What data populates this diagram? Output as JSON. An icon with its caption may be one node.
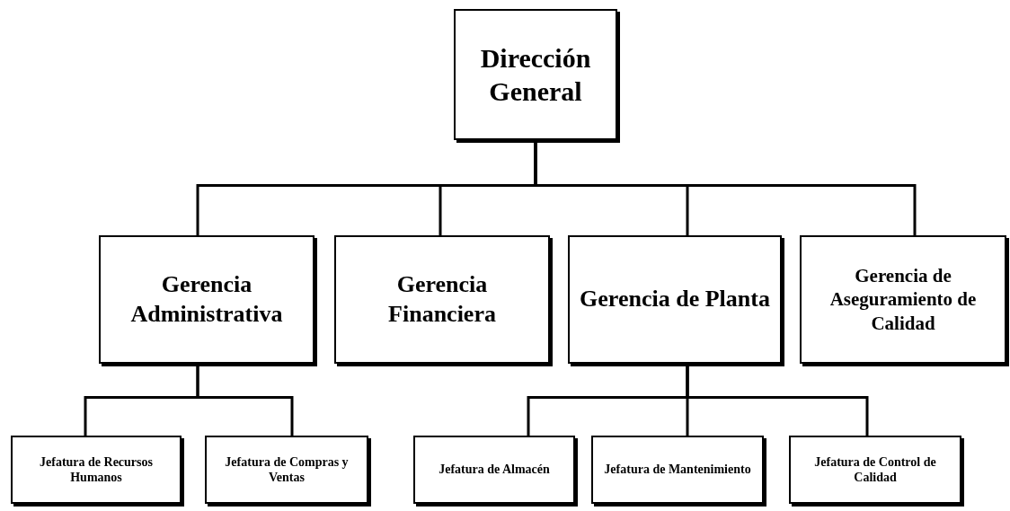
{
  "diagram": {
    "nodes": [
      {
        "text": [
          "Dirección General"
        ]
      },
      {
        "text": [
          "Gerencia Administrativa"
        ]
      },
      {
        "text": [
          "Gerencia Financiera"
        ]
      },
      {
        "text": [
          "Gerencia de Planta"
        ]
      },
      {
        "text": [
          "Gerencia de Aseguramiento de Calidad"
        ]
      },
      {
        "text": [
          "Jefatura de Recursos Humanos"
        ]
      },
      {
        "text": [
          "Jefatura de Compras y Ventas"
        ]
      },
      {
        "text": [
          "Jefatura de Almacén"
        ]
      },
      {
        "text": [
          "Jefatura de Mantenimiento"
        ]
      },
      {
        "text": [
          "Jefatura de Control de Calidad"
        ]
      }
    ],
    "edges": [
      {
        "from": 0,
        "to": 1,
        "arrow": "none"
      },
      {
        "from": 0,
        "to": 2,
        "arrow": "none"
      },
      {
        "from": 0,
        "to": 3,
        "arrow": "none"
      },
      {
        "from": 0,
        "to": 4,
        "arrow": "none"
      },
      {
        "from": 1,
        "to": 5,
        "arrow": "none"
      },
      {
        "from": 1,
        "to": 6,
        "arrow": "none"
      },
      {
        "from": 3,
        "to": 7,
        "arrow": "none"
      },
      {
        "from": 3,
        "to": 8,
        "arrow": "none"
      },
      {
        "from": 3,
        "to": 9,
        "arrow": "none"
      }
    ]
  }
}
